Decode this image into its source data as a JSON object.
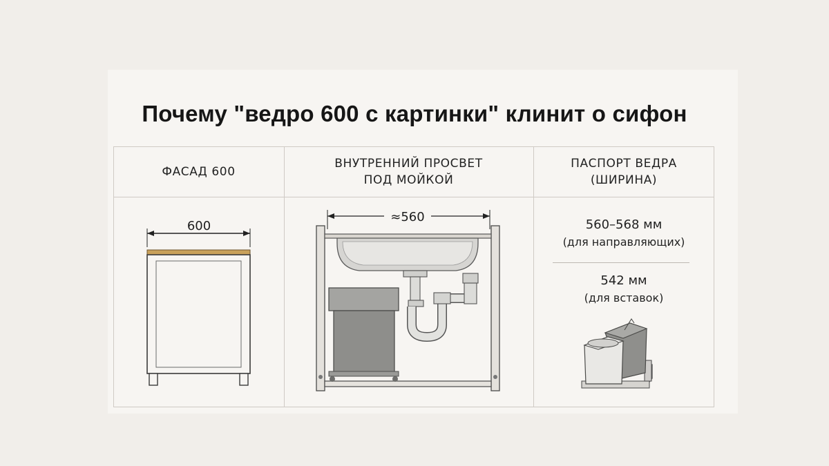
{
  "title": "Почему \"ведро 600 с картинки\" клинит о сифон",
  "columns": [
    {
      "header_lines": [
        "ФАСАД 600"
      ]
    },
    {
      "header_lines": [
        "ВНУТРЕННИЙ ПРОСВЕТ",
        "ПОД МОЙКОЙ"
      ]
    },
    {
      "header_lines": [
        "ПАСПОРТ ВЕДРА",
        "(ШИРИНА)"
      ]
    }
  ],
  "facade": {
    "dimension_label": "600"
  },
  "interior": {
    "dimension_label": "≈560"
  },
  "passport": {
    "rail": {
      "value": "560–568 мм",
      "note": "(для направляющих)"
    },
    "insert": {
      "value": "542 мм",
      "note": "(для вставок)"
    }
  },
  "colors": {
    "background": "#f1eeea",
    "card": "#f7f5f2",
    "grid_line": "#cfcac4",
    "worktop_accent": "#c9a15a",
    "bin_gray": "#8e8e8b"
  },
  "icons": {
    "facade": "cabinet-front-icon",
    "interior": "sink-cabinet-cross-section-icon",
    "passport": "pull-out-double-bin-icon"
  }
}
